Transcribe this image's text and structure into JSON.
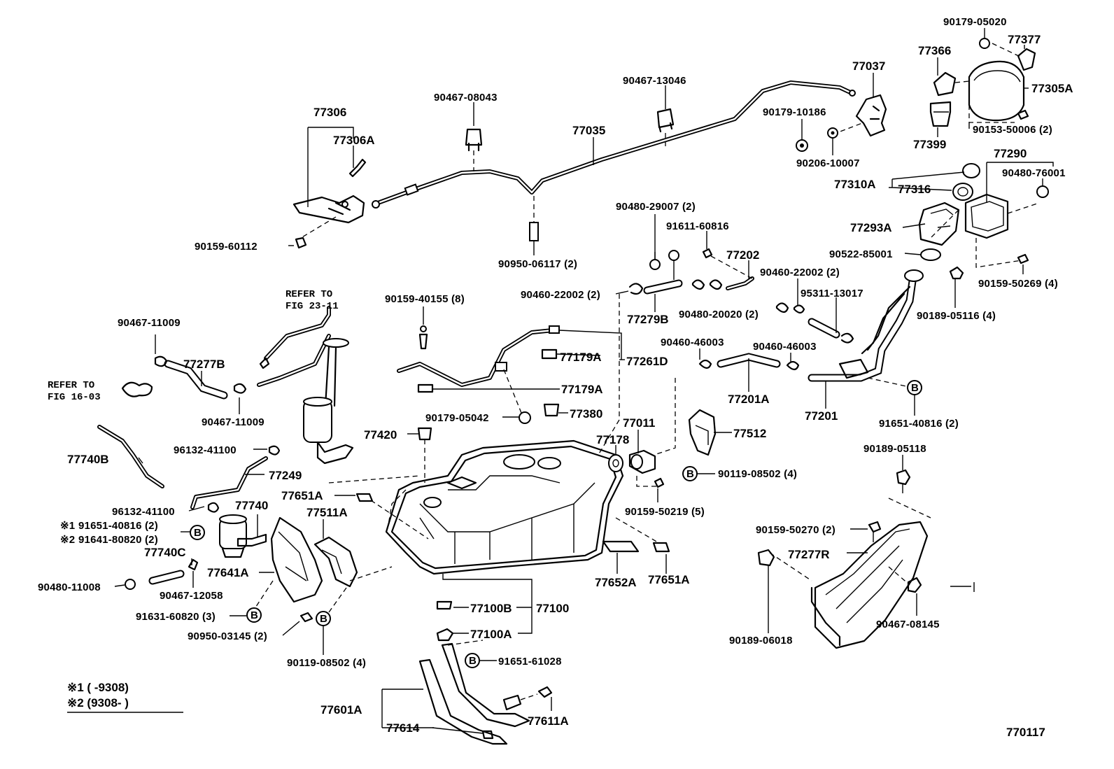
{
  "labels": {
    "l77306": "77306",
    "l77306A": "77306A",
    "l90159_60112": "90159-60112",
    "l90467_08043": "90467-08043",
    "l77035": "77035",
    "l90467_13046": "90467-13046",
    "l90950_06117": "90950-06117 (2)",
    "l77037": "77037",
    "l90179_10186": "90179-10186",
    "l90206_10007": "90206-10007",
    "l90179_05020": "90179-05020",
    "l77377": "77377",
    "l77366": "77366",
    "l77305A": "77305A",
    "l77399": "77399",
    "l90153_50006": "90153-50006 (2)",
    "l77290": "77290",
    "l90480_76001": "90480-76001",
    "l77310A": "77310A",
    "l77316": "77316",
    "l77293A": "77293A",
    "l90522_85001": "90522-85001",
    "l90159_50269": "90159-50269 (4)",
    "l90189_05116": "90189-05116 (4)",
    "l90480_29007": "90480-29007 (2)",
    "l91611_60816": "91611-60816",
    "l77202": "77202",
    "l90460_22002_r": "90460-22002 (2)",
    "l95311_13017": "95311-13017",
    "l90460_22002_l": "90460-22002 (2)",
    "l77279B": "77279B",
    "l90480_20020": "90480-20020 (2)",
    "l90460_46003_a": "90460-46003",
    "l90460_46003_b": "90460-46003",
    "l77201A": "77201A",
    "l77201": "77201",
    "l91651_40816_r": "91651-40816 (2)",
    "l90189_05118": "90189-05118",
    "l77512": "77512",
    "l90119_08502_r": "90119-08502 (4)",
    "l90159_50219": "90159-50219 (5)",
    "l77011": "77011",
    "l77178": "77178",
    "l90159_40155": "90159-40155 (8)",
    "l77179A_a": "77179A",
    "l77261D": "77261D",
    "l77179A_b": "77179A",
    "l90179_05042": "90179-05042",
    "l77380": "77380",
    "l77420": "77420",
    "l90467_11009_a": "90467-11009",
    "l77277B": "77277B",
    "l90467_11009_b": "90467-11009",
    "l96132_41100_a": "96132-41100",
    "l77740B": "77740B",
    "l77249": "77249",
    "l96132_41100_b": "96132-41100",
    "l77740": "77740",
    "l91651_40816_l": "91651-40816 (2)",
    "l91641_80820": "91641-80820 (2)",
    "l77740C": "77740C",
    "l90480_11008": "90480-11008",
    "l90467_12058": "90467-12058",
    "l77641A": "77641A",
    "l91631_60820": "91631-60820 (3)",
    "l90950_03145": "90950-03145 (2)",
    "l90119_08502_l": "90119-08502 (4)",
    "l77651A_a": "77651A",
    "l77511A": "77511A",
    "l77652A": "77652A",
    "l77651A_b": "77651A",
    "l77100B": "77100B",
    "l77100": "77100",
    "l77100A": "77100A",
    "l91651_61028": "91651-61028",
    "l77601A": "77601A",
    "l77614": "77614",
    "l77611A": "77611A",
    "l90159_50270": "90159-50270 (2)",
    "l77277R": "77277R",
    "l90467_08145": "90467-08145",
    "l90189_06018": "90189-06018",
    "l770117": "770117"
  },
  "markers": {
    "note1": "※1",
    "note2": "※2",
    "b": "B"
  },
  "refs": {
    "refer_top_1": "REFER TO",
    "refer_top_2": "FIG 23-11",
    "refer_left_1": "REFER TO",
    "refer_left_2": "FIG 16-03"
  },
  "legend": {
    "row1": "※1 (      -9308)",
    "row2": "※2 (9308-      )"
  }
}
